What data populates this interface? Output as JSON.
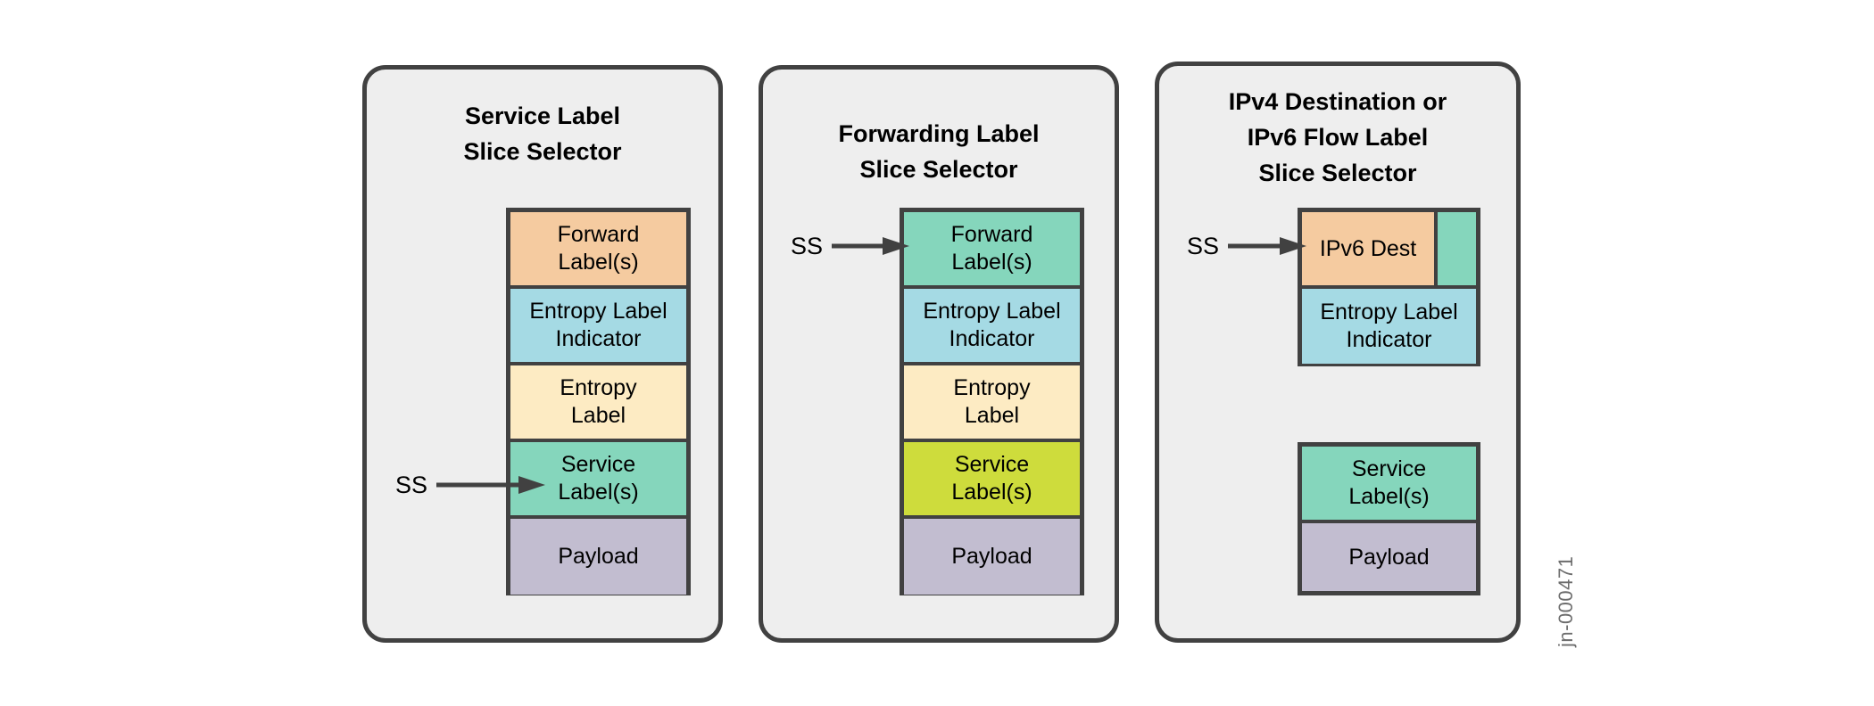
{
  "figure": {
    "watermark": "jn-000471",
    "background_color": "#ffffff",
    "panel_fill": "#eeeeee",
    "stroke_color": "#414141"
  },
  "palette": {
    "orange": "#F5CBA0",
    "light_blue": "#A5DAE4",
    "cream": "#FDEBC3",
    "teal": "#85D6BC",
    "chartreuse": "#CEDC3C",
    "payload_purple": "#C2BDD0"
  },
  "panels": [
    {
      "id": "service-label-slice-selector",
      "title": "Service Label\nSlice Selector",
      "annotation": {
        "label": "SS"
      },
      "groups": [
        {
          "rows": [
            {
              "label": "Forward\nLabel(s)",
              "color": "#F5CBA0"
            },
            {
              "label": "Entropy Label\nIndicator",
              "color": "#A5DAE4"
            },
            {
              "label": "Entropy\nLabel",
              "color": "#FDEBC3"
            },
            {
              "label": "Service\nLabel(s)",
              "color": "#85D6BC"
            },
            {
              "label": "Payload",
              "color": "#C2BDD0"
            }
          ]
        }
      ]
    },
    {
      "id": "forwarding-label-slice-selector",
      "title": "Forwarding Label\nSlice Selector",
      "annotation": {
        "label": "SS"
      },
      "groups": [
        {
          "rows": [
            {
              "label": "Forward\nLabel(s)",
              "color": "#85D6BC"
            },
            {
              "label": "Entropy Label\nIndicator",
              "color": "#A5DAE4"
            },
            {
              "label": "Entropy\nLabel",
              "color": "#FDEBC3"
            },
            {
              "label": "Service\nLabel(s)",
              "color": "#CEDC3C"
            },
            {
              "label": "Payload",
              "color": "#C2BDD0"
            }
          ]
        }
      ]
    },
    {
      "id": "ipv4-destination-or-ipv6-flow-label-slice-selector",
      "title": "IPv4 Destination or\nIPv6 Flow Label\nSlice Selector",
      "annotation": {
        "label": "SS"
      },
      "groups": [
        {
          "rows": [
            {
              "label": "IPv6 Dest",
              "color": "#F5CBA0",
              "split": true,
              "strip_color": "#85D6BC"
            },
            {
              "label": "Entropy Label\nIndicator",
              "color": "#A5DAE4"
            }
          ]
        },
        {
          "rows": [
            {
              "label": "Service\nLabel(s)",
              "color": "#85D6BC"
            },
            {
              "label": "Payload",
              "color": "#C2BDD0"
            }
          ]
        }
      ]
    }
  ]
}
